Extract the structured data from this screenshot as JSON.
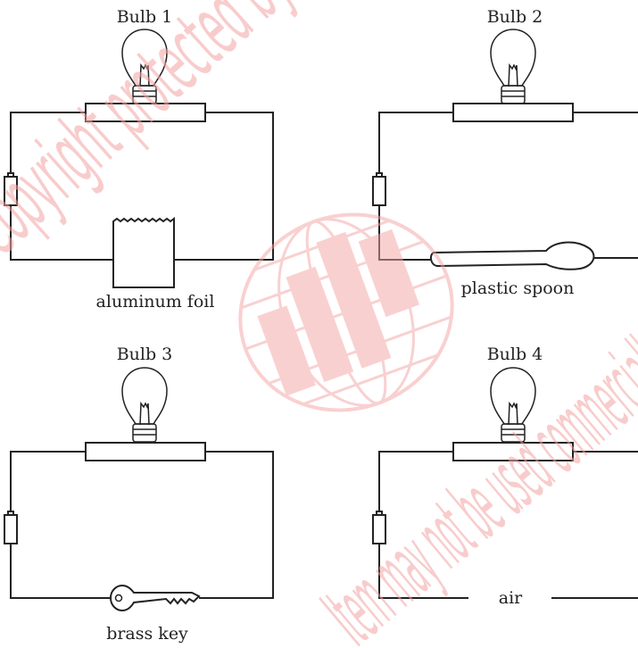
{
  "circuits": [
    {
      "bulb_label": "Bulb 1",
      "material_label": "aluminum foil"
    },
    {
      "bulb_label": "Bulb 2",
      "material_label": "plastic spoon"
    },
    {
      "bulb_label": "Bulb 3",
      "material_label": "brass key"
    },
    {
      "bulb_label": "Bulb 4",
      "material_label": "air"
    }
  ],
  "watermark": {
    "line1": "Copyright protected by IEA",
    "line2": "Item may not be used commercially",
    "color": "#f4a3a3"
  }
}
